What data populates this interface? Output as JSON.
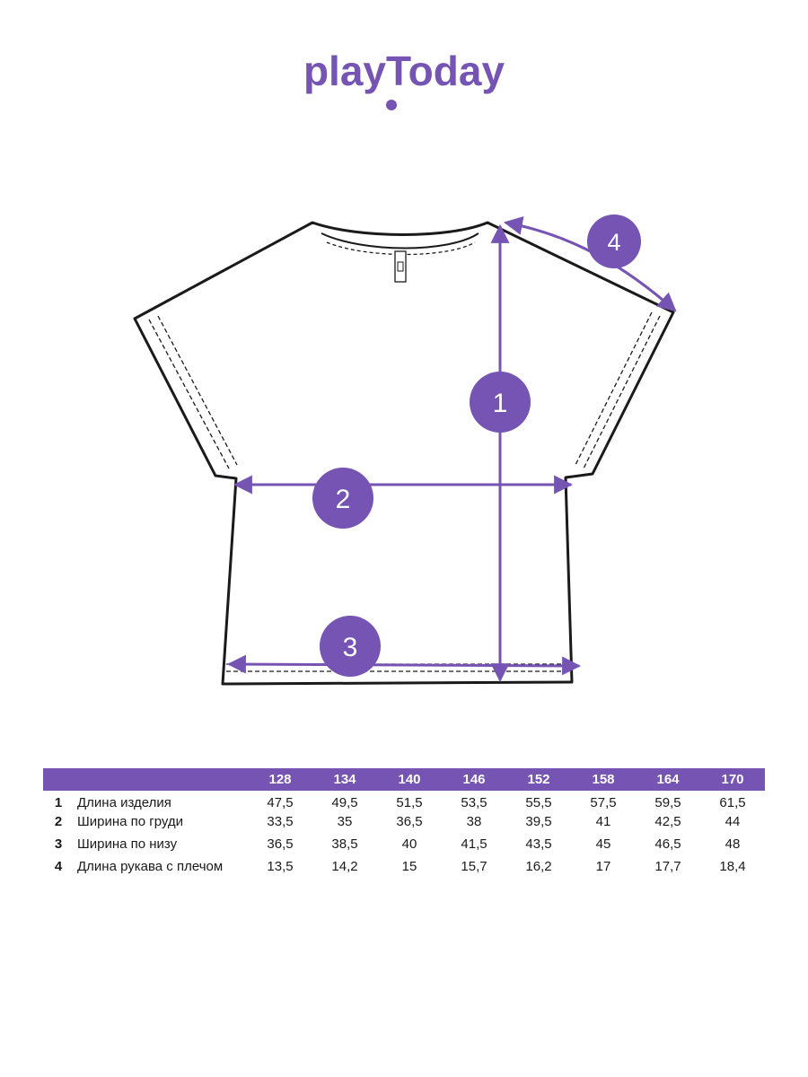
{
  "brand": {
    "logo_text": "playToday",
    "accent": "#7554b3"
  },
  "diagram": {
    "markers": [
      "1",
      "2",
      "3",
      "4"
    ]
  },
  "table": {
    "sizes": [
      "128",
      "134",
      "140",
      "146",
      "152",
      "158",
      "164",
      "170"
    ],
    "rows": [
      {
        "num": "1",
        "label": "Длина изделия",
        "values": [
          "47,5",
          "49,5",
          "51,5",
          "53,5",
          "55,5",
          "57,5",
          "59,5",
          "61,5"
        ]
      },
      {
        "num": "2",
        "label": "Ширина по груди",
        "values": [
          "33,5",
          "35",
          "36,5",
          "38",
          "39,5",
          "41",
          "42,5",
          "44"
        ]
      },
      {
        "num": "3",
        "label": "Ширина по низу",
        "values": [
          "36,5",
          "38,5",
          "40",
          "41,5",
          "43,5",
          "45",
          "46,5",
          "48"
        ]
      },
      {
        "num": "4",
        "label": "Длина рукава с плечом",
        "values": [
          "13,5",
          "14,2",
          "15",
          "15,7",
          "16,2",
          "17",
          "17,7",
          "18,4"
        ]
      }
    ]
  }
}
